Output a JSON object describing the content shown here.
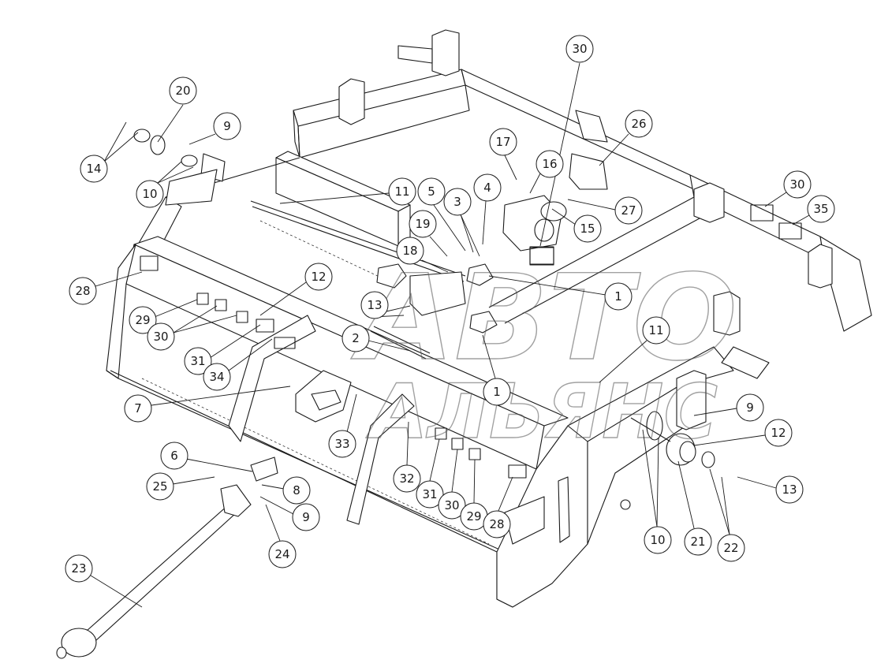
{
  "watermark": {
    "line1": "АВТО",
    "line2": "АЛЬЯНС"
  },
  "callouts": [
    {
      "id": "c30a",
      "label": "30"
    },
    {
      "id": "c20",
      "label": "20"
    },
    {
      "id": "c9a",
      "label": "9"
    },
    {
      "id": "c14",
      "label": "14"
    },
    {
      "id": "c10a",
      "label": "10"
    },
    {
      "id": "c26",
      "label": "26"
    },
    {
      "id": "c17",
      "label": "17"
    },
    {
      "id": "c16",
      "label": "16"
    },
    {
      "id": "c4",
      "label": "4"
    },
    {
      "id": "c5",
      "label": "5"
    },
    {
      "id": "c3",
      "label": "3"
    },
    {
      "id": "c11a",
      "label": "11"
    },
    {
      "id": "c27",
      "label": "27"
    },
    {
      "id": "c30b",
      "label": "30"
    },
    {
      "id": "c35",
      "label": "35"
    },
    {
      "id": "c15",
      "label": "15"
    },
    {
      "id": "c19",
      "label": "19"
    },
    {
      "id": "c18",
      "label": "18"
    },
    {
      "id": "c12a",
      "label": "12"
    },
    {
      "id": "c28a",
      "label": "28"
    },
    {
      "id": "c13a",
      "label": "13"
    },
    {
      "id": "c1a",
      "label": "1"
    },
    {
      "id": "c29a",
      "label": "29"
    },
    {
      "id": "c30c",
      "label": "30"
    },
    {
      "id": "c31a",
      "label": "31"
    },
    {
      "id": "c2",
      "label": "2"
    },
    {
      "id": "c11b",
      "label": "11"
    },
    {
      "id": "c34",
      "label": "34"
    },
    {
      "id": "c1b",
      "label": "1"
    },
    {
      "id": "c7",
      "label": "7"
    },
    {
      "id": "c9b",
      "label": "9"
    },
    {
      "id": "c33",
      "label": "33"
    },
    {
      "id": "c12b",
      "label": "12"
    },
    {
      "id": "c6",
      "label": "6"
    },
    {
      "id": "c32",
      "label": "32"
    },
    {
      "id": "c31b",
      "label": "31"
    },
    {
      "id": "c30d",
      "label": "30"
    },
    {
      "id": "c29b",
      "label": "29"
    },
    {
      "id": "c28b",
      "label": "28"
    },
    {
      "id": "c25",
      "label": "25"
    },
    {
      "id": "c8",
      "label": "8"
    },
    {
      "id": "c9c",
      "label": "9"
    },
    {
      "id": "c13b",
      "label": "13"
    },
    {
      "id": "c10b",
      "label": "10"
    },
    {
      "id": "c21",
      "label": "21"
    },
    {
      "id": "c22",
      "label": "22"
    },
    {
      "id": "c24",
      "label": "24"
    },
    {
      "id": "c23",
      "label": "23"
    }
  ]
}
